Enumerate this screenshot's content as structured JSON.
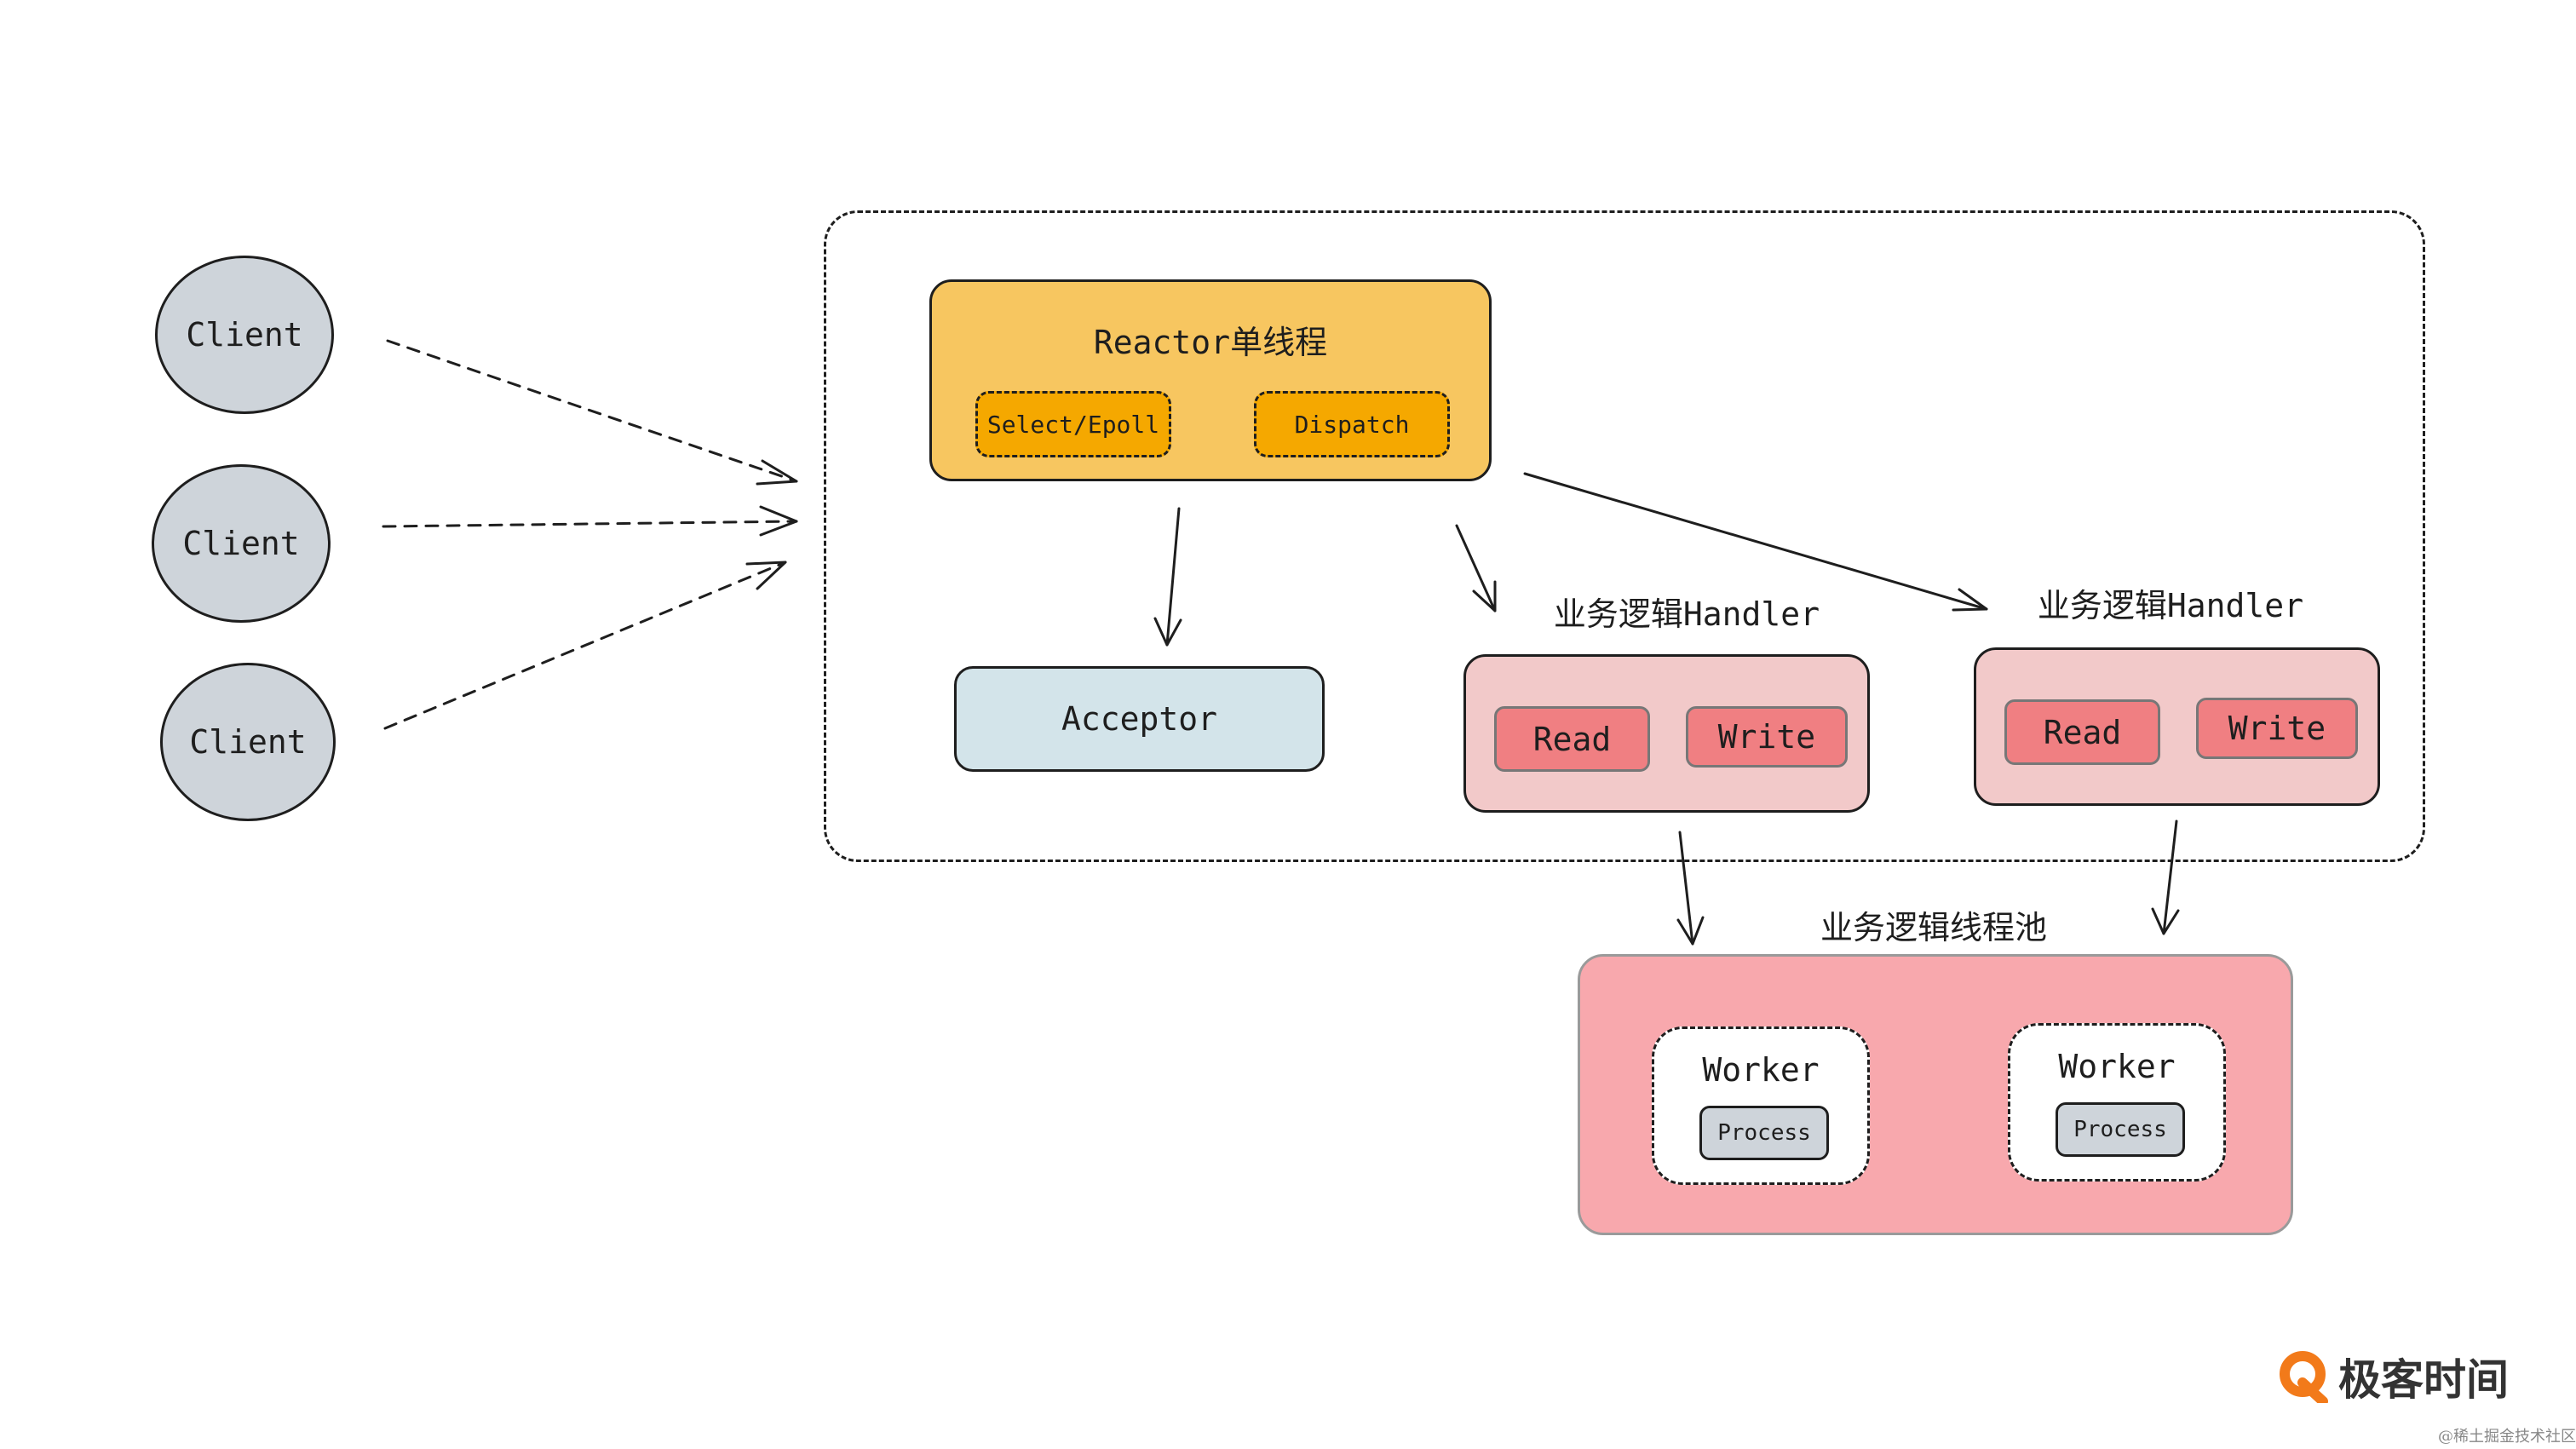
{
  "clients": [
    "Client",
    "Client",
    "Client"
  ],
  "reactor": {
    "title": "Reactor单线程",
    "select_epoll": "Select/Epoll",
    "dispatch": "Dispatch"
  },
  "acceptor": "Acceptor",
  "handlers": [
    {
      "label": "业务逻辑Handler",
      "read": "Read",
      "write": "Write"
    },
    {
      "label": "业务逻辑Handler",
      "read": "Read",
      "write": "Write"
    }
  ],
  "pool": {
    "label": "业务逻辑线程池",
    "workers": [
      {
        "title": "Worker",
        "process": "Process"
      },
      {
        "title": "Worker",
        "process": "Process"
      }
    ]
  },
  "brand": {
    "logo_text": "极客时间",
    "watermark": "@稀土掘金技术社区"
  },
  "colors": {
    "client": "#ced4da",
    "reactor": "#f7c660",
    "chip": "#f5a800",
    "acceptor": "#d3e4ea",
    "handler": "#f2c9c9",
    "button": "#f07f82",
    "pool": "#f8a8ad",
    "logo_accent": "#f27a1a"
  }
}
